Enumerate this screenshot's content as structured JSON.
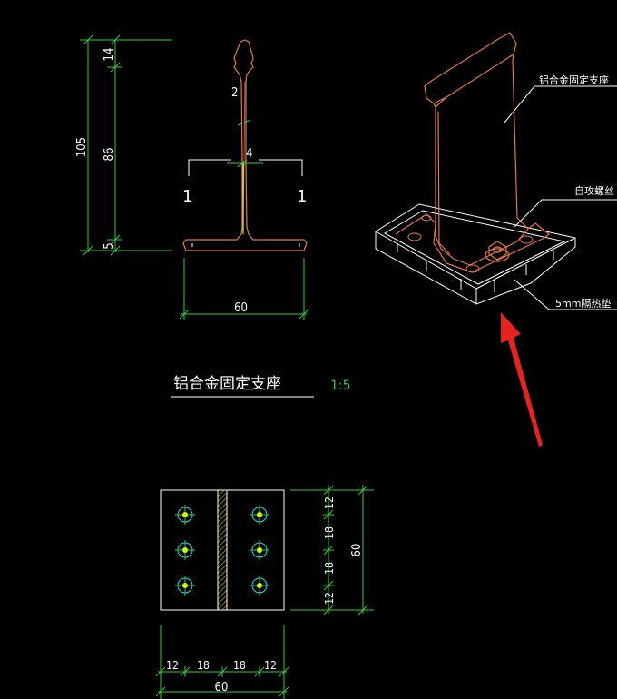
{
  "section_view": {
    "dims_vertical": {
      "total": "105",
      "top": "14",
      "middle": "86",
      "bottom": "5"
    },
    "thickness_web_top": "2",
    "thickness_web": "4",
    "section_mark_left": "1",
    "section_mark_right": "1",
    "base_width": "60"
  },
  "title_block": {
    "title": "铝合金固定支座",
    "scale": "1:5"
  },
  "iso_labels": {
    "support": "铝合金固定支座",
    "screw": "自攻螺丝",
    "pad": "5mm隔热垫"
  },
  "plan_view": {
    "dims_right": [
      "12",
      "18",
      "18",
      "12"
    ],
    "total_right": "60",
    "dims_bottom": [
      "12",
      "18",
      "18",
      "12"
    ],
    "total_bottom": "60"
  },
  "colors": {
    "outline": "#e07848",
    "dimension": "#33cc33",
    "arrow": "#e8231e",
    "hole": "#00e5ff"
  }
}
